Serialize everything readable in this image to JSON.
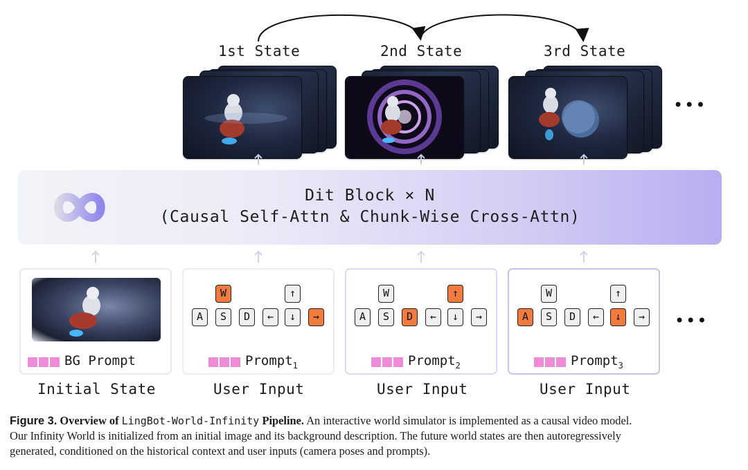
{
  "states": [
    {
      "title": "1st State"
    },
    {
      "title": "2nd State"
    },
    {
      "title": "3rd State"
    }
  ],
  "ellipsis": "•••",
  "dit_block": {
    "line1": "Dit Block × N",
    "line2": "(Causal Self-Attn & Chunk-Wise Cross-Attn)"
  },
  "initial": {
    "prompt": "BG Prompt",
    "label": "Initial State"
  },
  "inputs": [
    {
      "prompt": "Prompt",
      "sub": "1",
      "label": "User Input",
      "active": [
        "W",
        "→"
      ]
    },
    {
      "prompt": "Prompt",
      "sub": "2",
      "label": "User Input",
      "active": [
        "D",
        "↑"
      ]
    },
    {
      "prompt": "Prompt",
      "sub": "3",
      "label": "User Input",
      "active": [
        "A",
        "↓"
      ]
    }
  ],
  "keys": {
    "w": "W",
    "a": "A",
    "s": "S",
    "d": "D",
    "up": "↑",
    "left": "←",
    "down": "↓",
    "right": "→"
  },
  "caption": {
    "fig": "Figure 3.",
    "title_pre": "Overview of",
    "title_mono": "LingBot-World-Infinity",
    "title_post": "Pipeline.",
    "text1": "An interactive world simulator is implemented as a causal video model.",
    "line2": "Our Infinity World is initialized from an initial image and its background description. The future world states are then autoregressively",
    "line3": "generated, conditioned on the historical context and user inputs (camera poses and prompts)."
  },
  "colors": {
    "key_active": "#f07b3c",
    "prompt_token": "#ee8ad6",
    "dit_gradient_end": "#b7aef0",
    "infinity_logo": "#9d94ee"
  }
}
